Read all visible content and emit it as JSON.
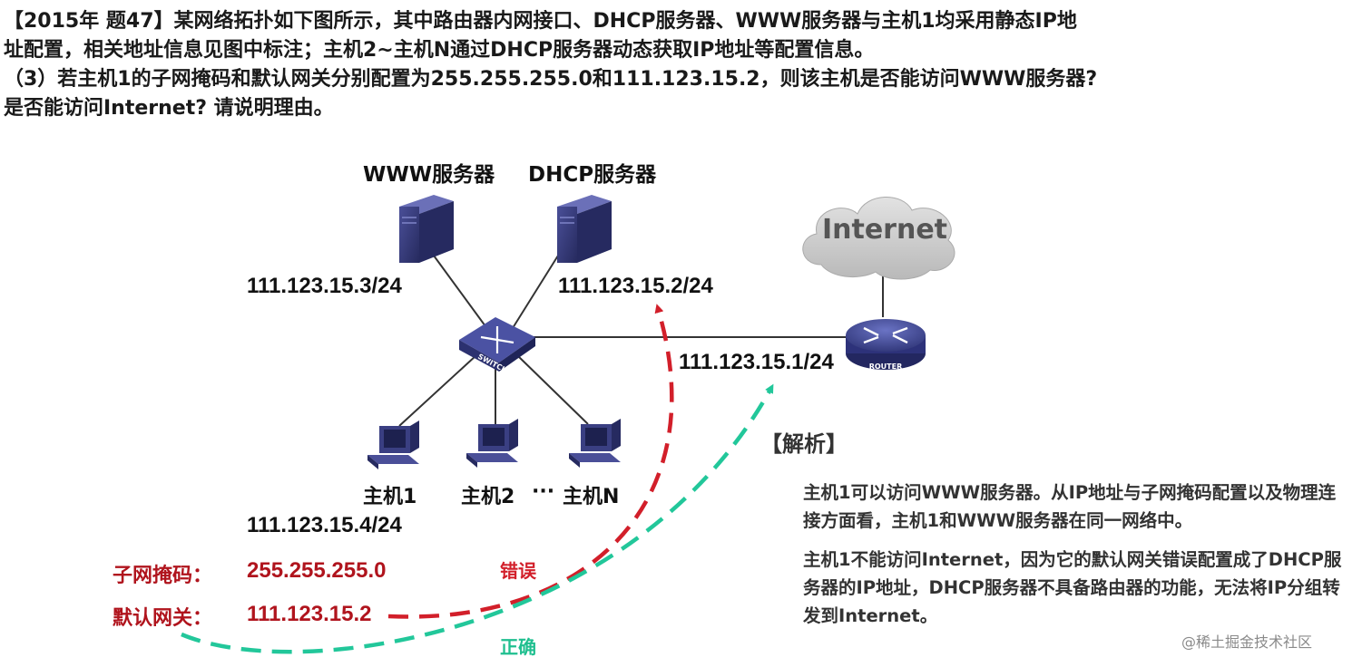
{
  "question": {
    "lines": [
      "【2015年 题47】某网络拓扑如下图所示，其中路由器内网接口、DHCP服务器、WWW服务器与主机1均采用静态IP地",
      "址配置，相关地址信息见图中标注；主机2~主机N通过DHCP服务器动态获取IP地址等配置信息。",
      "（3）若主机1的子网掩码和默认网关分别配置为255.255.255.0和111.123.15.2，则该主机是否能访问WWW服务器?",
      "是否能访问Internet?  请说明理由。"
    ]
  },
  "diagram": {
    "www_server_label": "WWW服务器",
    "dhcp_server_label": "DHCP服务器",
    "www_ip": "111.123.15.3/24",
    "dhcp_ip": "111.123.15.2/24",
    "router_ip": "111.123.15.1/24",
    "internet_label": "Internet",
    "switch_label": "SWITCH",
    "router_label": "ROUTER",
    "host1_label": "主机1",
    "host2_label": "主机2",
    "ellipsis": "···",
    "hostN_label": "主机N",
    "host1_ip": "111.123.15.4/24",
    "mask_key": "子网掩码：",
    "mask_value": "255.255.255.0",
    "gateway_key": "默认网关：",
    "gateway_value": "111.123.15.2",
    "wrong_label": "错误",
    "correct_label": "正确"
  },
  "analysis": {
    "title": "【解析】",
    "paragraph1": "主机1可以访问WWW服务器。从IP地址与子网掩码配置以及物理连接方面看，主机1和WWW服务器在同一网络中。",
    "paragraph2": "主机1不能访问Internet，因为它的默认网关错误配置成了DHCP服务器的IP地址，DHCP服务器不具备路由器的功能，无法将IP分组转发到Internet。"
  },
  "watermark": "@稀土掘金技术社区",
  "colors": {
    "wrong_arrow": "#d21f2a",
    "correct_arrow": "#22c79a",
    "key_text": "#b0141d",
    "device_body": "#3a3f82"
  }
}
